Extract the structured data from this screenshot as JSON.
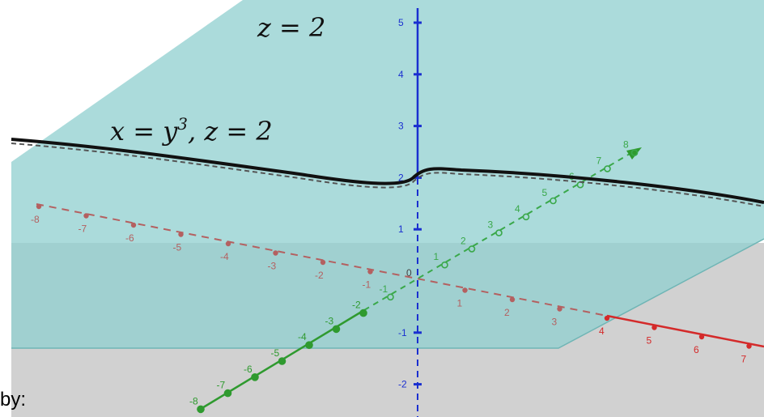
{
  "colors": {
    "plane": "#8fcfcf",
    "floor": "#c9c9c9",
    "x_axis": "#d42a2a",
    "x_axis_hidden": "#b46060",
    "y_axis": "#2f9a2f",
    "y_axis_hidden": "#3aa84a",
    "z_axis": "#1a2fd0",
    "curve": "#111111"
  },
  "labels": {
    "plane": "z = 2",
    "curve_x": "x = y",
    "curve_exp": "3",
    "curve_z": ",  z = 2"
  },
  "caption": "by:",
  "axes": {
    "x": {
      "ticks": [
        -8,
        -7,
        -6,
        -5,
        -4,
        -3,
        -2,
        -1,
        0,
        1,
        2,
        3,
        4,
        5,
        6,
        7
      ],
      "tick_labels": [
        "-8",
        "-7",
        "-6",
        "-5",
        "-4",
        "-3",
        "-2",
        "-1",
        "0",
        "1",
        "2",
        "3",
        "4",
        "5",
        "6",
        "7"
      ]
    },
    "y": {
      "ticks": [
        -8,
        -7,
        -6,
        -5,
        -4,
        -3,
        -2,
        -1,
        0,
        1,
        2,
        3,
        4,
        5,
        6,
        7,
        8
      ],
      "tick_labels": [
        "-8",
        "-7",
        "-6",
        "-5",
        "-4",
        "-3",
        "-2",
        "-1",
        "0",
        "1",
        "2",
        "3",
        "4",
        "5",
        "6",
        "7",
        "8"
      ]
    },
    "z": {
      "ticks": [
        -2,
        -1,
        0,
        1,
        2,
        3,
        4,
        5
      ],
      "tick_labels": [
        "-2",
        "-1",
        "0",
        "1",
        "2",
        "3",
        "4",
        "5"
      ]
    }
  }
}
